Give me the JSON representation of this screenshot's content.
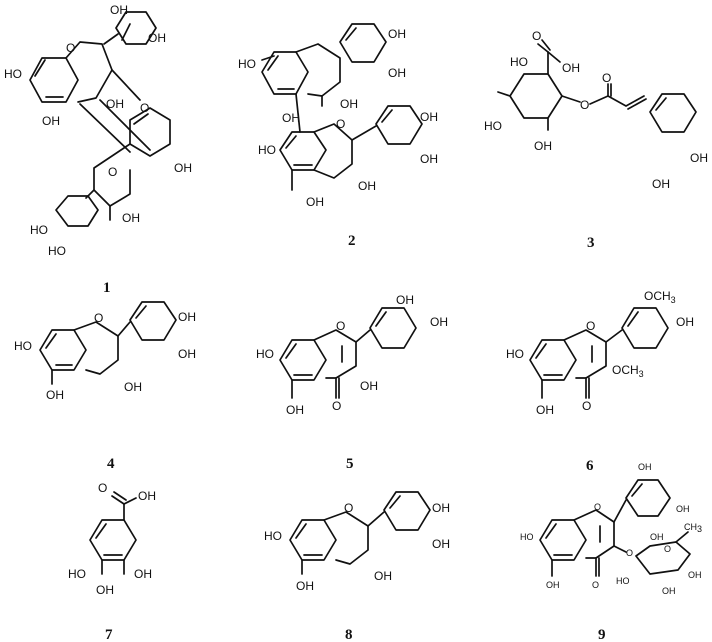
{
  "labels": {
    "oh": "OH",
    "ho": "HO",
    "o": "O",
    "och3": "OCH",
    "ch3": "CH",
    "sub3": "3"
  },
  "compounds": [
    {
      "number": "1"
    },
    {
      "number": "2"
    },
    {
      "number": "3"
    },
    {
      "number": "4"
    },
    {
      "number": "5"
    },
    {
      "number": "6"
    },
    {
      "number": "7"
    },
    {
      "number": "8"
    },
    {
      "number": "9"
    }
  ]
}
